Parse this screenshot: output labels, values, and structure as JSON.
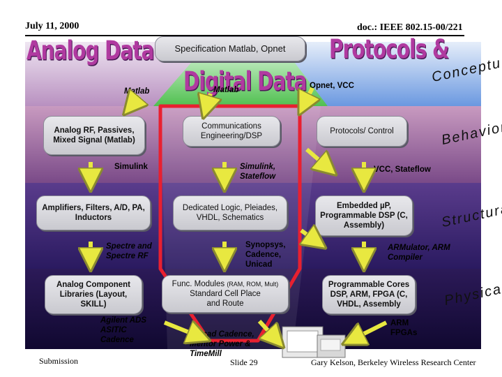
{
  "header": {
    "date": "July 11, 2000",
    "doc": "doc.: IEEE 802.15-00/221"
  },
  "footer": {
    "left": "Submission",
    "center": "Slide 29",
    "right": "Gary Kelson, Berkeley Wireless Research Center"
  },
  "titles": {
    "analog": "Analog Data",
    "digital": "Digital Data",
    "protocols": "Protocols &"
  },
  "levels": {
    "conceptual": "Conceptual",
    "behavioral": "Behavioral",
    "structural": "Structural",
    "physical": "Physical"
  },
  "boxes": {
    "spec": "Specification Matlab, Opnet",
    "analog_rf": "Analog RF, Passives, Mixed Signal (Matlab)",
    "comm": "Communications Engineering/DSP",
    "protocols": "Protocols/ Control",
    "amplifiers": "Amplifiers, Filters, A/D, PA, Inductors",
    "dedicated": "Dedicated Logic, Pleiades, VHDL, Schematics",
    "embedded": "Embedded µP, Programmable DSP (C, Assembly)",
    "analog_comp": "Analog Component Libraries (Layout, SKILL)",
    "func_title": "Func. Modules",
    "func_small": "(RAM, ROM, Mult)",
    "func_rest": "Standard Cell Place and Route",
    "prog_cores": "Programmable Cores DSP, ARM, FPGA (C, VHDL, Assembly"
  },
  "labels": {
    "matlab_left": "Matlab",
    "matlab_center": "Matlab",
    "opnet_vcc": "Opnet, VCC",
    "simulink": "Simulink",
    "simulink_stateflow": "Simulink, Stateflow",
    "vcc_stateflow": "VCC, Stateflow",
    "spectre": "Spectre and Spectre RF",
    "synopsys": "Synopsys, Cadence, Unicad",
    "armulator": "ARMulator, ARM Compiler",
    "agilent": "Agilent ADS ASITIC Cadence",
    "unicad": "Unicad Cadence, Mentor Power & TimeMill",
    "arm_fpgas": "ARM FPGAs"
  },
  "colors": {
    "analog_region": "#c0a0c8",
    "digital_region": "#78d878",
    "protocol_region": "#88b0e8",
    "band_behavioral": "#a07898",
    "band_structural": "#3a2870",
    "band_physical": "#201048",
    "highlight": "#e82030",
    "arrow": "#e8e840"
  }
}
